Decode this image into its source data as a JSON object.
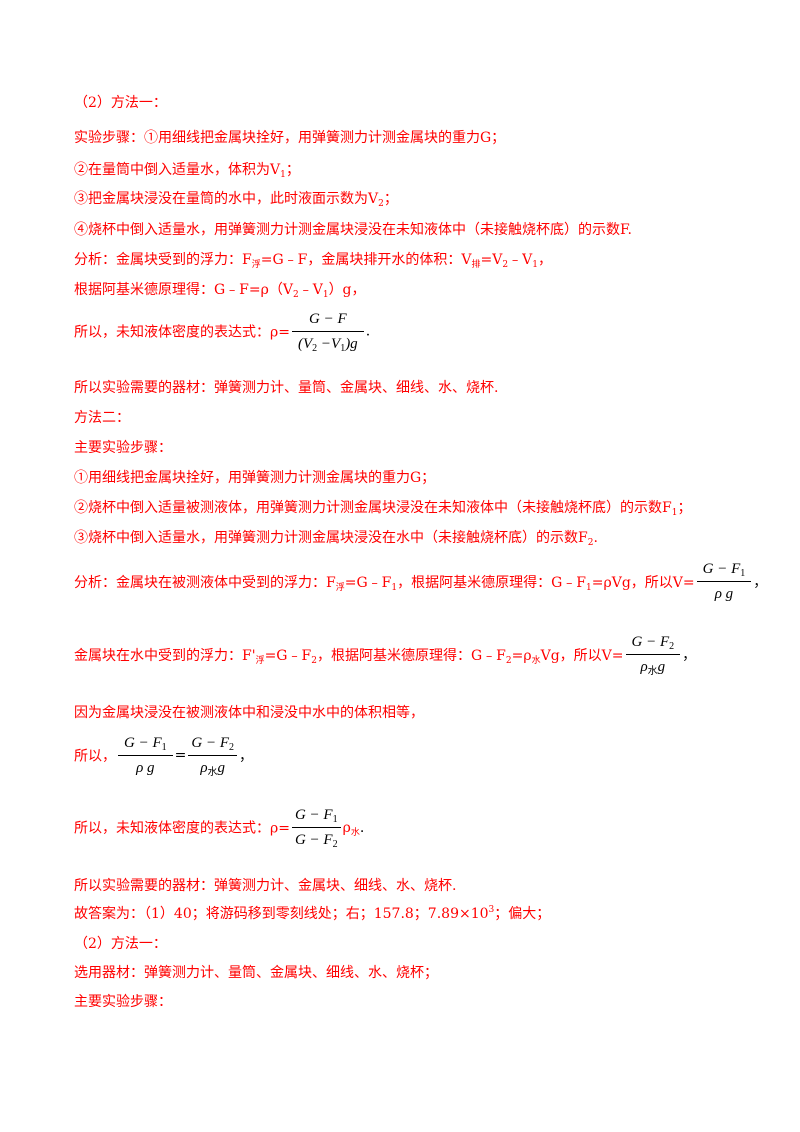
{
  "lines": {
    "l1": "（2）方法一：",
    "l2": "实验步骤：①用细线把金属块拴好，用弹簧测力计测金属块的重力G；",
    "l3a": "②在量筒中倒入适量水，体积为V",
    "l3b": "；",
    "l4a": "③把金属块浸没在量筒的水中，此时液面示数为V",
    "l4b": "；",
    "l5": "④烧杯中倒入适量水，用弹簧测力计测金属块浸没在未知液体中（未接触烧杯底）的示数F.",
    "l6a": "分析：金属块受到的浮力：F",
    "l6b": "=G﹣F，金属块排开水的体积：V",
    "l6c": "=V",
    "l6d": "﹣V",
    "l6e": "，",
    "l7a": "根据阿基米德原理得：G﹣F=ρ（V",
    "l7b": "﹣V",
    "l7c": "）g，",
    "l8a": "所以，未知液体密度的表达式：ρ=",
    "l8b": ".",
    "l9": "所以实验需要的器材：弹簧测力计、量筒、金属块、细线、水、烧杯.",
    "l10": "方法二：",
    "l11": "主要实验步骤：",
    "l12": "①用细线把金属块拴好，用弹簧测力计测金属块的重力G；",
    "l13a": "②烧杯中倒入适量被测液体，用弹簧测力计测金属块浸没在未知液体中（未接触烧杯底）的示数F",
    "l13b": "；",
    "l14a": "③烧杯中倒入适量水，用弹簧测力计测金属块浸没在水中（未接触烧杯底）的示数F",
    "l14b": ".",
    "l15a": "分析：金属块在被测液体中受到的浮力：F",
    "l15b": "=G﹣F",
    "l15c": "，根据阿基米德原理得：G﹣F",
    "l15d": "=ρVg，所以V=",
    "l15e": "，",
    "l16a": "金属块在水中受到的浮力：F'",
    "l16b": "=G﹣F",
    "l16c": "，根据阿基米德原理得：G﹣F",
    "l16d": "=ρ",
    "l16e": "Vg，所以V=",
    "l16f": "，",
    "l17": "因为金属块浸没在被测液体中和浸没中水中的体积相等，",
    "l18a": "所以，",
    "l18b": "=",
    "l18c": "，",
    "l19a": "所以，未知液体密度的表达式：ρ=",
    "l19b": "ρ",
    "l19c": ".",
    "l20": "所以实验需要的器材：弹簧测力计、金属块、细线、水、烧杯.",
    "l21a": "故答案为：（1）40；将游码移到零刻线处；右；157.8；7.89×10",
    "l21b": "；偏大；",
    "l22": "（2）方法一：",
    "l23": "选用器材：弹簧测力计、量筒、金属块、细线、水、烧杯；",
    "l24": "主要实验步骤："
  },
  "subs": {
    "one": "1",
    "two": "2",
    "fu": "浮",
    "pai": "排",
    "shui": "水",
    "three": "3"
  },
  "fractions": {
    "f1": {
      "num": "G − F",
      "den_a": "(V",
      "den_b": " −V",
      "den_c": ")g"
    },
    "f2": {
      "num_a": "G − F",
      "den": "ρ g"
    },
    "f3": {
      "num_a": "G − F",
      "den_a": "ρ",
      "den_b": "g"
    },
    "f4": {
      "num_a": "G − F",
      "den_a": "G − F"
    }
  }
}
